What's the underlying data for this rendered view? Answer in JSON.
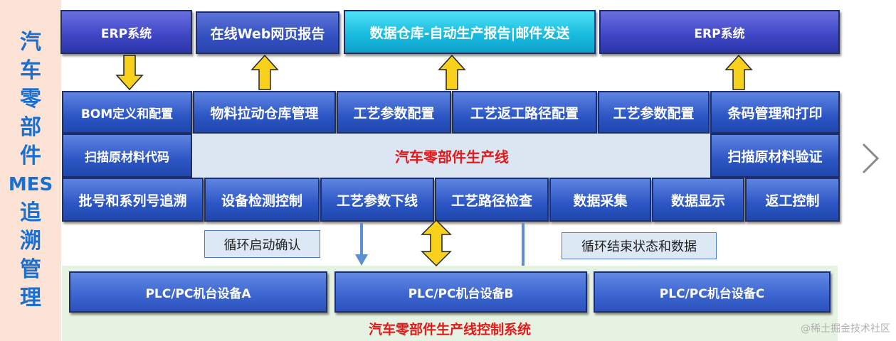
{
  "side_title": [
    "汽",
    "车",
    "零",
    "部",
    "件",
    "MES",
    "追",
    "溯",
    "管",
    "理"
  ],
  "top_row": [
    "ERP系统",
    "在线Web网页报告",
    "数据仓库-自动生产报告|邮件发送",
    "ERP系统"
  ],
  "row2": [
    "BOM定义和配置",
    "物料拉动仓库管理",
    "工艺参数配置",
    "工艺返工路径配置",
    "工艺参数配置",
    "条码管理和打印"
  ],
  "row3_left": "扫描原材料代码",
  "production_line": "汽车零部件生产线",
  "row3_right": "扫描原材料验证",
  "row4": [
    "批号和系列号追溯",
    "设备检测控制",
    "工艺参数下线",
    "工艺路径检查",
    "数据采集",
    "数据显示",
    "返工控制"
  ],
  "notes": {
    "cycle_start": "循环启动确认",
    "cycle_end": "循环结束状态和数据"
  },
  "plc_row": [
    "PLC/PC机台设备A",
    "PLC/PC机台设备B",
    "PLC/PC机台设备C"
  ],
  "control_system": "汽车零部件生产线控制系统",
  "watermark": "@稀土掘金技术社区",
  "colors": {
    "box_blue": "#2c56c4",
    "box_cyan": "#17b9de",
    "arrow_yellow": "#f7d11c",
    "side_text": "#1a6fd1",
    "red_text": "#e11b1b"
  },
  "icons": [
    "arrow-down-icon",
    "arrow-up-icon",
    "double-arrow-icon",
    "chevron-right-icon"
  ]
}
